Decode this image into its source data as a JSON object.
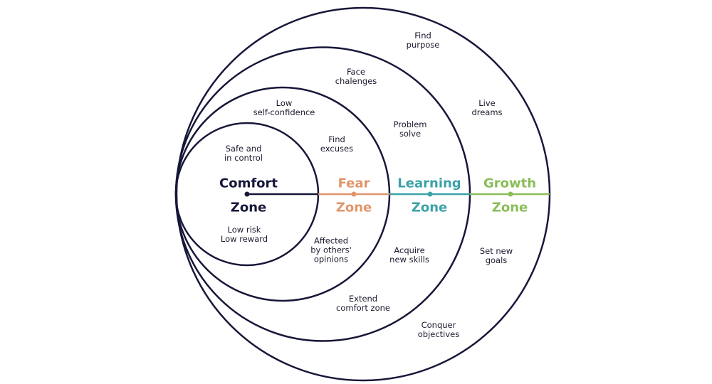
{
  "colors": {
    "comfort": "#17173a",
    "fear": "#e0966a",
    "learning": "#3ba2a7",
    "growth": "#8bbd5a",
    "ring": "#17173a"
  },
  "zones": [
    {
      "title": "Comfort",
      "subtitle": "Zone"
    },
    {
      "title": "Fear",
      "subtitle": "Zone"
    },
    {
      "title": "Learning",
      "subtitle": "Zone"
    },
    {
      "title": "Growth",
      "subtitle": "Zone"
    }
  ],
  "notes": {
    "comfort": [
      "Safe and\nin control",
      "Low risk\nLow reward"
    ],
    "fear": [
      "Low\nself-confidence",
      "Find\nexcuses",
      "Affected\nby others'\nopinions"
    ],
    "learning": [
      "Face\nchalenges",
      "Problem\nsolve",
      "Acquire\nnew skills",
      "Extend\ncomfort zone"
    ],
    "growth": [
      "Find\npurpose",
      "Live\ndreams",
      "Set new\ngoals",
      "Conquer\nobjectives"
    ]
  }
}
